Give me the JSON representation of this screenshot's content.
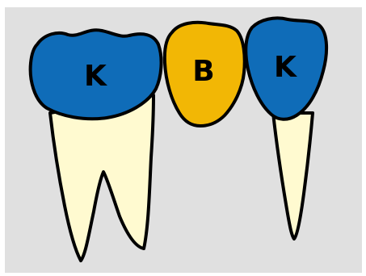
{
  "bridge": {
    "left_crown": {
      "label": "K"
    },
    "pontic": {
      "label": "B"
    },
    "right_crown": {
      "label": "K"
    }
  },
  "colors": {
    "background": "#e0e0e0",
    "crown_fill": "#0f6cb8",
    "pontic_fill": "#f2b705",
    "root_fill": "#fffad0",
    "outline": "#000000"
  }
}
